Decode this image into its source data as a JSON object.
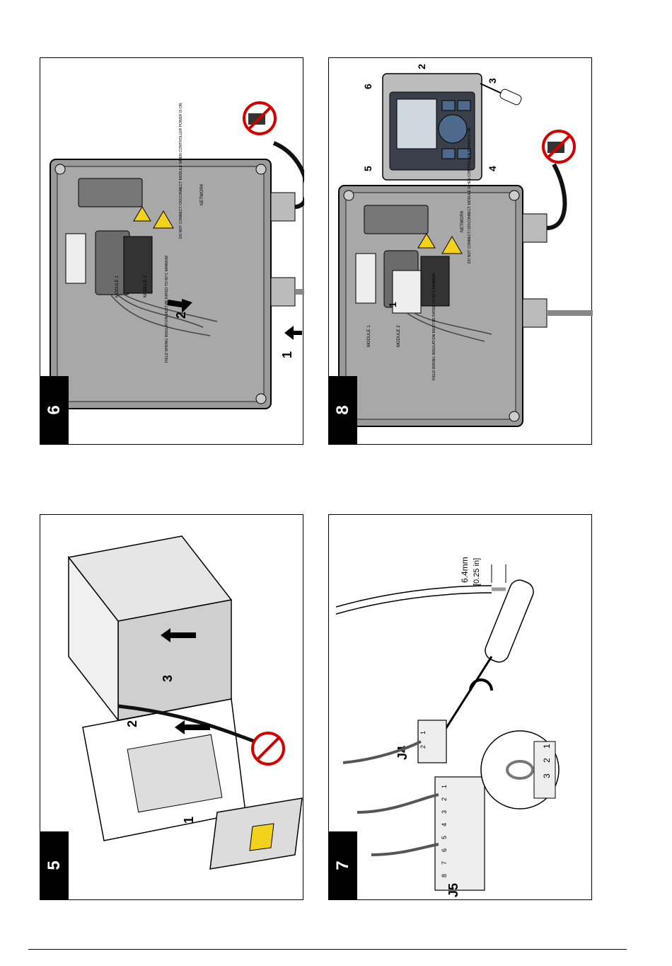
{
  "figures": {
    "fig5": {
      "number": "5",
      "callouts": [
        "1",
        "2",
        "3"
      ]
    },
    "fig6": {
      "number": "6",
      "callouts": [
        "1",
        "2"
      ],
      "labels": {
        "module1": "MODULE 1",
        "module2": "MODULE 2",
        "network": "NETWORK",
        "field_wiring": "FIELD WIRING INSULATION MUST BE RATED TO 80°C MINIMUM",
        "warning": "DO NOT CONNECT/ DISCONNECT MODULE WHEN CONTROLLER POWER IS ON"
      }
    },
    "fig7": {
      "number": "7",
      "connector_j4": "J4",
      "connector_j5": "J5",
      "strip_length": "6.4mm",
      "strip_length_in": "[0.25 in]",
      "j4_pins": [
        "1",
        "2"
      ],
      "j5_pins": [
        "1",
        "2",
        "3",
        "4",
        "5",
        "6",
        "7",
        "8"
      ],
      "detail_pins": [
        "1",
        "2",
        "3"
      ]
    },
    "fig8": {
      "number": "8",
      "callouts": [
        "1",
        "2",
        "3",
        "4",
        "5",
        "6"
      ],
      "labels": {
        "module1": "MODULE 1",
        "module2": "MODULE 2",
        "network": "NETWORK",
        "field_wiring": "FIELD WIRING INSULATION MUST BE RATED TO 80°C MINIMUM",
        "warning": "DO NOT CONNECT/ DISCONNECT MODULE WHEN CONTROLLER POWER IS ON"
      }
    }
  }
}
